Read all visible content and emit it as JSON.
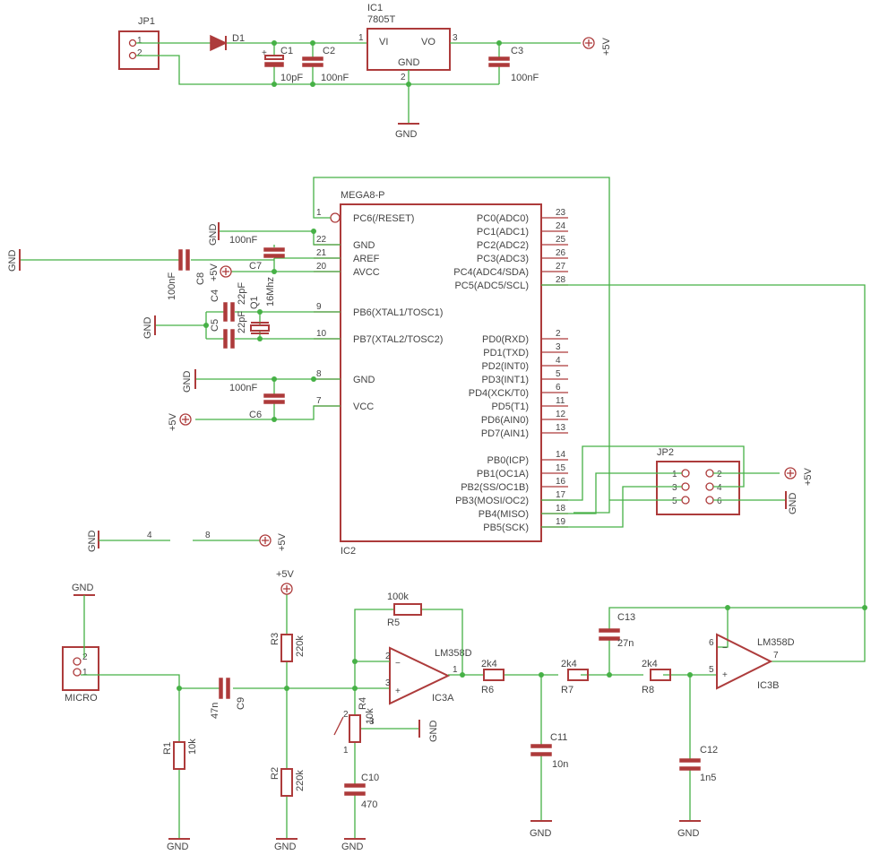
{
  "components": {
    "jp1": "JP1",
    "d1": "D1",
    "c1": "C1",
    "c1v": "10pF",
    "c2": "C2",
    "c2v": "100nF",
    "ic1": "IC1",
    "ic1t": "7805T",
    "vi": "VI",
    "vo": "VO",
    "gnd_ic1": "GND",
    "c3": "C3",
    "c3v": "100nF",
    "mega": "MEGA8-P",
    "ic2": "IC2",
    "c7": "C7",
    "c7v": "100nF",
    "c8": "C8",
    "c8v": "100nF",
    "c4": "C4",
    "c4v": "22pF",
    "c5": "C5",
    "c5v": "22pF",
    "q1": "Q1",
    "q1v": "16Mhz",
    "c6": "C6",
    "c6v": "100nF",
    "jp2": "JP2",
    "micro": "MICRO",
    "r1": "R1",
    "r1v": "10k",
    "c9": "C9",
    "c9v": "47n",
    "r3": "R3",
    "r3v": "220k",
    "r2": "R2",
    "r2v": "220k",
    "r4": "R4",
    "r4v": "10k",
    "c10": "C10",
    "c10v": "470",
    "r5": "R5",
    "r5v": "100k",
    "ic3a": "IC3A",
    "ic3a_t": "LM358D",
    "r6": "R6",
    "r6v": "2k4",
    "r7": "R7",
    "r7v": "2k4",
    "r8": "R8",
    "r8v": "2k4",
    "c11": "C11",
    "c11v": "10n",
    "c12": "C12",
    "c12v": "1n5",
    "c13": "C13",
    "c13v": "27n",
    "ic3b": "IC3B",
    "ic3b_t": "LM358D"
  },
  "nets": {
    "gnd": "GND",
    "vcc": "+5V"
  },
  "mega_left_pins": [
    {
      "name": "PC6(/RESET)",
      "num": "1"
    },
    {
      "name": "GND",
      "num": "22"
    },
    {
      "name": "AREF",
      "num": "21"
    },
    {
      "name": "AVCC",
      "num": "20"
    },
    {
      "name": "PB6(XTAL1/TOSC1)",
      "num": "9"
    },
    {
      "name": "PB7(XTAL2/TOSC2)",
      "num": "10"
    },
    {
      "name": "GND",
      "num": "8"
    },
    {
      "name": "VCC",
      "num": "7"
    }
  ],
  "mega_right_pins": [
    {
      "name": "PC0(ADC0)",
      "num": "23"
    },
    {
      "name": "PC1(ADC1)",
      "num": "24"
    },
    {
      "name": "PC2(ADC2)",
      "num": "25"
    },
    {
      "name": "PC3(ADC3)",
      "num": "26"
    },
    {
      "name": "PC4(ADC4/SDA)",
      "num": "27"
    },
    {
      "name": "PC5(ADC5/SCL)",
      "num": "28"
    },
    {
      "name": "PD0(RXD)",
      "num": "2"
    },
    {
      "name": "PD1(TXD)",
      "num": "3"
    },
    {
      "name": "PD2(INT0)",
      "num": "4"
    },
    {
      "name": "PD3(INT1)",
      "num": "5"
    },
    {
      "name": "PD4(XCK/T0)",
      "num": "6"
    },
    {
      "name": "PD5(T1)",
      "num": "11"
    },
    {
      "name": "PD6(AIN0)",
      "num": "12"
    },
    {
      "name": "PD7(AIN1)",
      "num": "13"
    },
    {
      "name": "PB0(ICP)",
      "num": "14"
    },
    {
      "name": "PB1(OC1A)",
      "num": "15"
    },
    {
      "name": "PB2(SS/OC1B)",
      "num": "16"
    },
    {
      "name": "PB3(MOSI/OC2)",
      "num": "17"
    },
    {
      "name": "PB4(MISO)",
      "num": "18"
    },
    {
      "name": "PB5(SCK)",
      "num": "19"
    }
  ],
  "pin_numbers": {
    "one": "1",
    "two": "2",
    "three": "3",
    "four": "4",
    "five": "5",
    "six": "6",
    "seven": "7",
    "eight": "8"
  }
}
